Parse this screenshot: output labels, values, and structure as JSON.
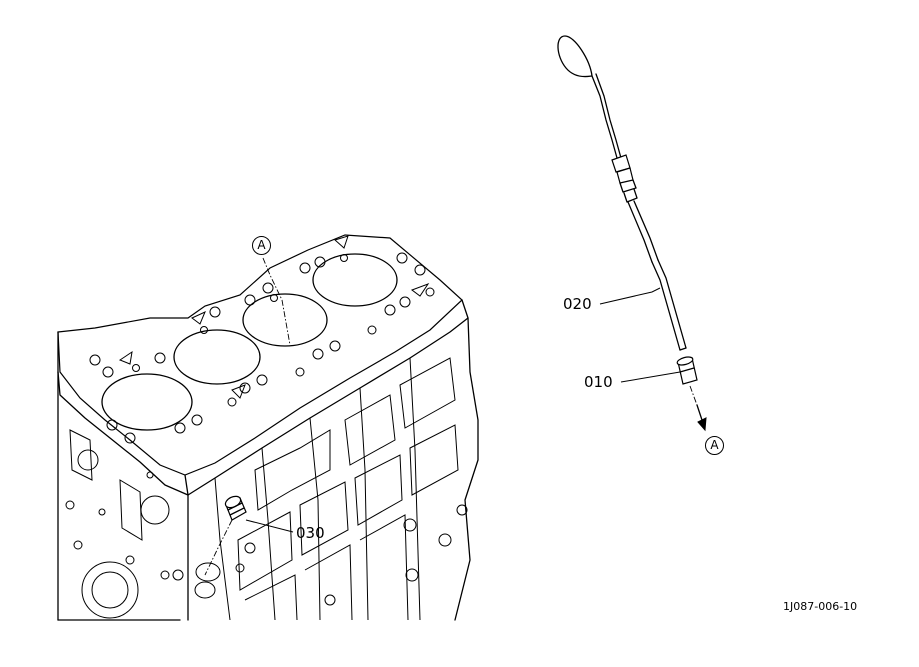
{
  "diagram": {
    "parts": [
      {
        "id": "dipstick",
        "number": "020"
      },
      {
        "id": "dipstick-guide",
        "number": "010"
      },
      {
        "id": "plug",
        "number": "030"
      }
    ],
    "reference_point": "A",
    "drawing_code": "1J087-006-10"
  },
  "colors": {
    "line": "#000000",
    "background": "#ffffff"
  }
}
